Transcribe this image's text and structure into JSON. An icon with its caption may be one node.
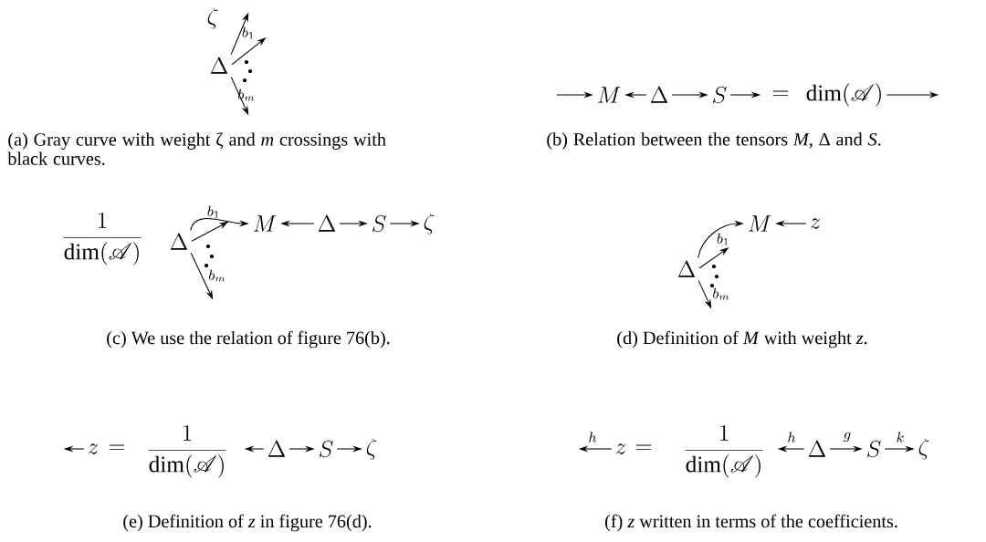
{
  "diagram": {
    "nodes": [
      {
        "text": [
          "\\Delta"
        ]
      },
      {
        "text": [
          "M"
        ]
      },
      {
        "text": [
          "\\Delta"
        ]
      },
      {
        "text": [
          "S"
        ]
      },
      {
        "text": [
          "\\dim(\\mathscr{A})"
        ]
      },
      {
        "text": [
          "\\Delta"
        ]
      },
      {
        "text": [
          "M"
        ]
      },
      {
        "text": [
          "\\Delta"
        ]
      },
      {
        "text": [
          "S"
        ]
      },
      {
        "text": [
          "\\zeta"
        ]
      },
      {
        "text": [
          "\\Delta"
        ]
      },
      {
        "text": [
          "M"
        ]
      },
      {
        "text": [
          "z"
        ]
      },
      {
        "text": [
          "z"
        ]
      },
      {
        "text": [
          "\\Delta"
        ]
      },
      {
        "text": [
          "S"
        ]
      },
      {
        "text": [
          "\\zeta"
        ]
      },
      {
        "text": [
          "z"
        ]
      },
      {
        "text": [
          "\\Delta"
        ]
      },
      {
        "text": [
          "S"
        ]
      },
      {
        "text": [
          "\\zeta"
        ]
      }
    ],
    "edges": [
      {
        "from": 0,
        "to": null,
        "arrow": "to",
        "label": "\\zeta"
      },
      {
        "from": 0,
        "to": null,
        "arrow": "to",
        "label": "b_1"
      },
      {
        "from": 0,
        "to": null,
        "arrow": "to",
        "label": "b_m"
      },
      {
        "from": null,
        "to": 1,
        "arrow": "to"
      },
      {
        "from": 2,
        "to": 1,
        "arrow": "to"
      },
      {
        "from": 2,
        "to": 3,
        "arrow": "to"
      },
      {
        "from": 3,
        "to": null,
        "arrow": "to"
      },
      {
        "from": 4,
        "to": null,
        "arrow": "to"
      },
      {
        "from": 5,
        "to": 6,
        "arrow": "to"
      },
      {
        "from": 5,
        "to": null,
        "arrow": "to",
        "label": "b_1"
      },
      {
        "from": 5,
        "to": null,
        "arrow": "to",
        "label": "b_m"
      },
      {
        "from": 7,
        "to": 6,
        "arrow": "to"
      },
      {
        "from": 7,
        "to": 8,
        "arrow": "to"
      },
      {
        "from": 8,
        "to": 9,
        "arrow": "to"
      },
      {
        "from": 10,
        "to": 11,
        "arrow": "to"
      },
      {
        "from": 10,
        "to": null,
        "arrow": "to",
        "label": "b_1"
      },
      {
        "from": 10,
        "to": null,
        "arrow": "to",
        "label": "b_m"
      },
      {
        "from": 12,
        "to": 11,
        "arrow": "to"
      },
      {
        "from": 13,
        "to": null,
        "arrow": "to"
      },
      {
        "from": 14,
        "to": null,
        "arrow": "to"
      },
      {
        "from": 14,
        "to": 15,
        "arrow": "to"
      },
      {
        "from": 15,
        "to": 16,
        "arrow": "to"
      },
      {
        "from": 17,
        "to": null,
        "arrow": "to",
        "label": "h"
      },
      {
        "from": 18,
        "to": null,
        "arrow": "to",
        "label": "h"
      },
      {
        "from": 18,
        "to": 19,
        "arrow": "to",
        "label": "g"
      },
      {
        "from": 19,
        "to": 20,
        "arrow": "to",
        "label": "k"
      }
    ],
    "labels": [
      "=",
      "(a) Gray curve with weight ζ and *m* crossings with black curves.",
      "(b) Relation between the tensors *M*, Δ and *S*.",
      "\\frac{1}{\\dim(\\mathscr{A})}",
      "(c) We use the relation of figure 76(b).",
      "(d) Definition of *M* with weight *z*.",
      "=",
      "\\frac{1}{\\dim(\\mathscr{A})}",
      "=",
      "\\frac{1}{\\dim(\\mathscr{A})}",
      "(e) Definition of *z* in figure 76(d).",
      "(f) *z* written in terms of the coefficients."
    ]
  }
}
